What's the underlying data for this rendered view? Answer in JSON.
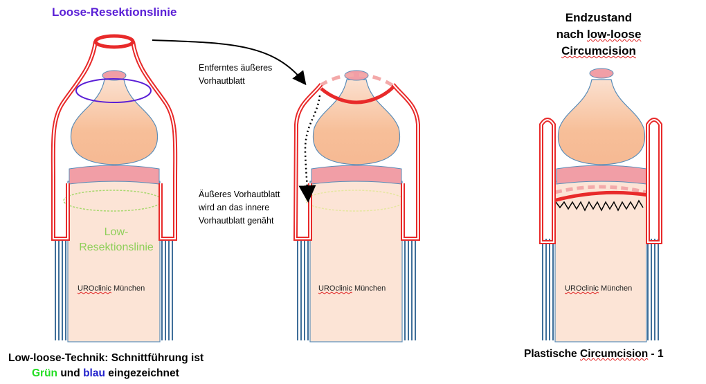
{
  "labels": {
    "loose_line": "Loose-Resektionslinie",
    "removed_outer": [
      "Entferntes äußeres",
      "Vorhautblatt"
    ],
    "outer_sewn": [
      "Äußeres Vorhautblatt",
      "wird an das innere",
      "Vorhautblatt genäht"
    ],
    "low_line": [
      "Low-",
      "Resektionslinie"
    ],
    "end_state": [
      "Endzustand",
      "nach ",
      "low-loose",
      "Circumcision"
    ],
    "clinic": [
      "UROclinic",
      " München"
    ],
    "caption_left_1": "Low-loose-Technik: Schnittführung ist",
    "caption_left_green": "Grün",
    "caption_left_und": " und ",
    "caption_left_blue": "blau",
    "caption_left_end": " eingezeichnet",
    "caption_right_pre": "Plastische ",
    "caption_right_u": "Circumcision",
    "caption_right_post": " - 1"
  },
  "colors": {
    "skin": "#fce4d6",
    "glans": "#f9c39f",
    "corona": "#f19ea6",
    "outline": "#5b8db8",
    "foreskin": "#e82a2a",
    "loose_line": "#5a1fd6",
    "low_line": "#a8d86e",
    "shaft_lines": "#3e6e99"
  }
}
